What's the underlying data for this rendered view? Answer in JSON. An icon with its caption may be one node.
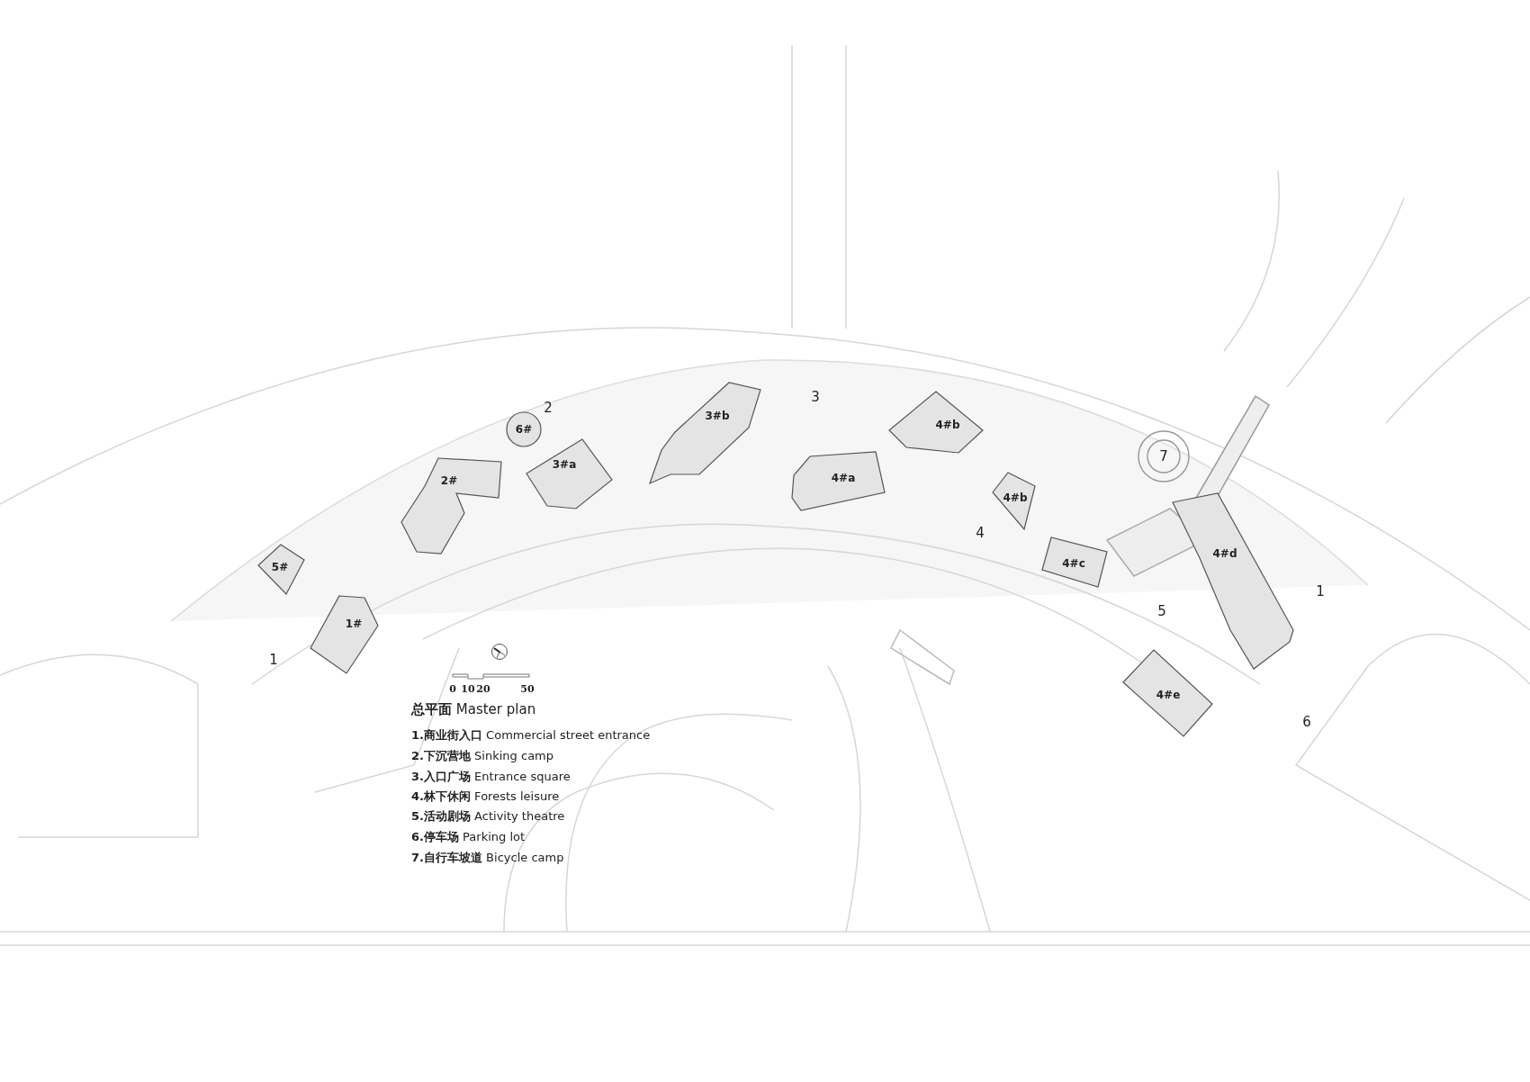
{
  "diagram": {
    "title": "**总平面** Master plan",
    "nodes": [
      {
        "text": [
          "3#b"
        ]
      },
      {
        "text": [
          "4#b"
        ]
      },
      {
        "text": [
          "6#"
        ]
      },
      {
        "text": [
          "3#a"
        ]
      },
      {
        "text": [
          "2#"
        ]
      },
      {
        "text": [
          "4#a"
        ]
      },
      {
        "text": [
          "4#b"
        ]
      },
      {
        "text": [
          "4#d"
        ]
      },
      {
        "text": [
          "4#c"
        ]
      },
      {
        "text": [
          "5#"
        ]
      },
      {
        "text": [
          "1#"
        ]
      },
      {
        "text": [
          "4#e"
        ]
      }
    ],
    "labels": [
      "2",
      "3",
      "7",
      "4",
      "1",
      "5",
      "1",
      "6",
      "0",
      "10",
      "20",
      "50",
      "**1.商业街入口**  Commercial street entrance",
      "**2.下沉营地** Sinking camp",
      "**3.入口广场** Entrance square",
      "**4.林下休闲** Forests leisure",
      "**5.活动剧场** Activity theatre",
      "**6.停车场** Parking lot",
      "**7.自行车坡道** Bicycle camp"
    ]
  }
}
